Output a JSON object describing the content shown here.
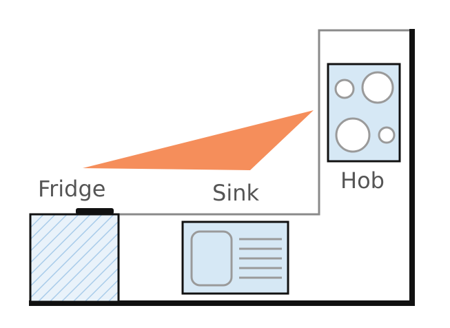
{
  "labels": {
    "fridge": "Fridge",
    "sink": "Sink",
    "hob": "Hob"
  },
  "colors": {
    "work_triangle": "#F58E5B",
    "appliance_fill": "#D6E8F5",
    "hatch": "#A9CCEA",
    "wall": "#111111",
    "counter_edge": "#8A8A8A",
    "text": "#555555"
  },
  "hob": {
    "burners": 4
  },
  "sink": {
    "drainer_lines": 5
  }
}
